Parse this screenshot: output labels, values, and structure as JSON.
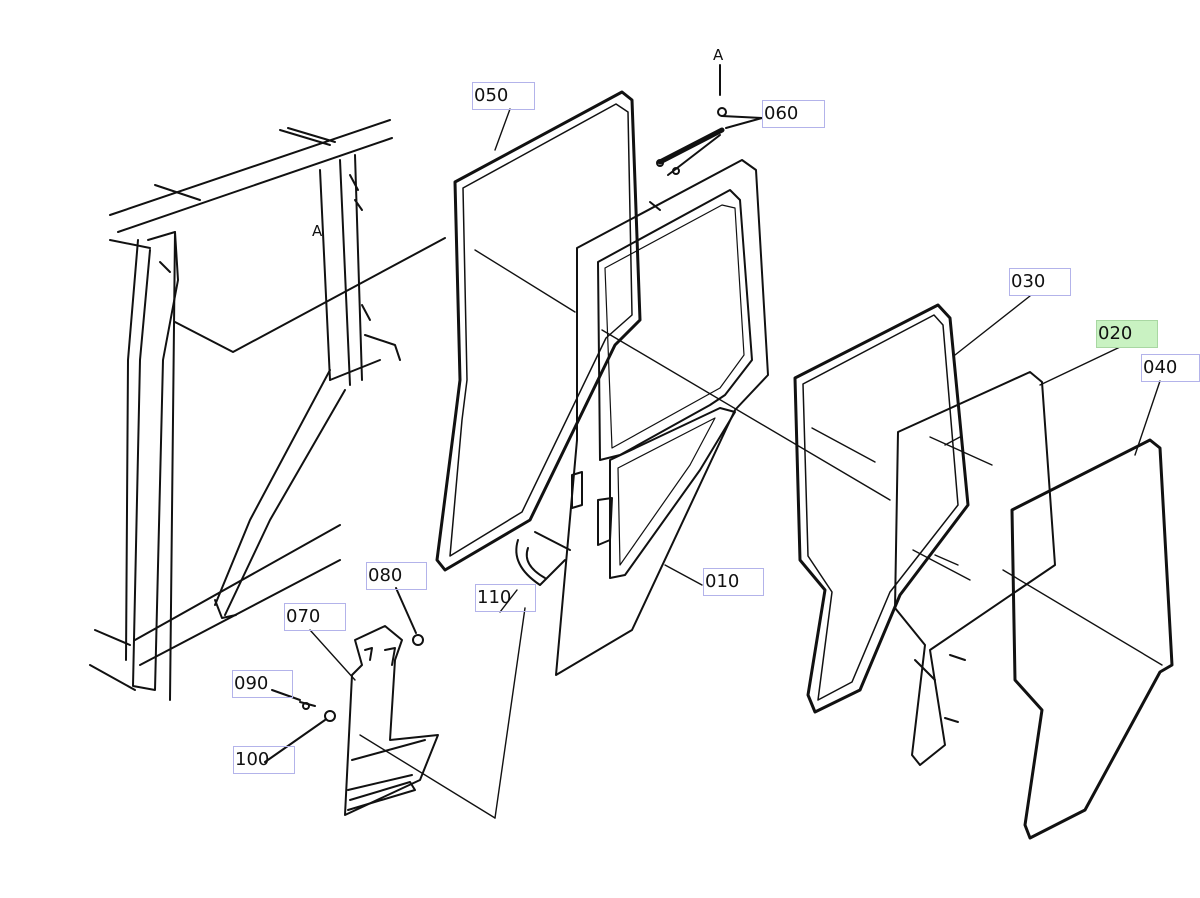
{
  "diagram": {
    "selected_part": "020",
    "callouts": [
      {
        "id": "050",
        "label": "050"
      },
      {
        "id": "060",
        "label": "060"
      },
      {
        "id": "030",
        "label": "030"
      },
      {
        "id": "020",
        "label": "020"
      },
      {
        "id": "040",
        "label": "040"
      },
      {
        "id": "080",
        "label": "080"
      },
      {
        "id": "070",
        "label": "070"
      },
      {
        "id": "110",
        "label": "110"
      },
      {
        "id": "010",
        "label": "010"
      },
      {
        "id": "090",
        "label": "090"
      },
      {
        "id": "100",
        "label": "100"
      }
    ],
    "reference_letters": [
      "A",
      "A"
    ],
    "colors": {
      "highlight": "#c9f2c2",
      "callout_border": "#b3b3ea",
      "ink": "#111111"
    }
  }
}
